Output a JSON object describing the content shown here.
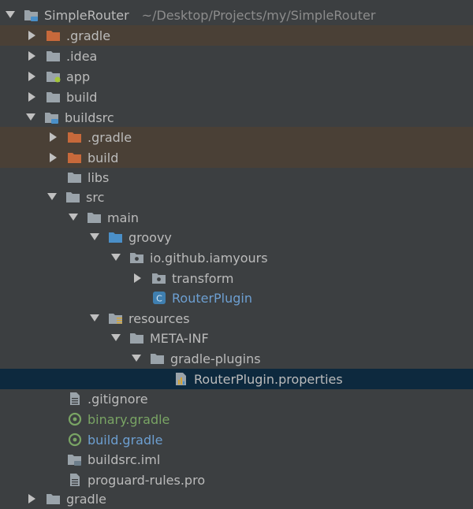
{
  "colors": {
    "background": "#3c3f41",
    "selected_row": "#0d293e",
    "excluded_row": "#4a4036",
    "folder_gray": "#9aa3aa",
    "folder_orange": "#c7693b",
    "folder_blue": "#4a8fc8",
    "text": "#bbbbbb",
    "text_blue": "#6d9fd1",
    "text_green": "#79a464"
  },
  "tree": {
    "root": {
      "label": "SimpleRouter",
      "path": "~/Desktop/Projects/my/SimpleRouter",
      "icon": "module-folder-icon"
    },
    "items": [
      {
        "label": ".gradle",
        "icon": "excluded-folder-icon"
      },
      {
        "label": ".idea",
        "icon": "folder-icon"
      },
      {
        "label": "app",
        "icon": "android-module-folder-icon"
      },
      {
        "label": "build",
        "icon": "folder-icon"
      },
      {
        "label": "buildsrc",
        "icon": "module-folder-icon"
      },
      {
        "label": ".gradle",
        "icon": "excluded-folder-icon"
      },
      {
        "label": "build",
        "icon": "excluded-folder-icon"
      },
      {
        "label": "libs",
        "icon": "folder-icon"
      },
      {
        "label": "src",
        "icon": "folder-icon"
      },
      {
        "label": "main",
        "icon": "folder-icon"
      },
      {
        "label": "groovy",
        "icon": "source-folder-icon"
      },
      {
        "label": "io.github.iamyours",
        "icon": "package-icon"
      },
      {
        "label": "transform",
        "icon": "package-icon"
      },
      {
        "label": "RouterPlugin",
        "icon": "class-icon"
      },
      {
        "label": "resources",
        "icon": "resources-folder-icon"
      },
      {
        "label": "META-INF",
        "icon": "folder-icon"
      },
      {
        "label": "gradle-plugins",
        "icon": "folder-icon"
      },
      {
        "label": "RouterPlugin.properties",
        "icon": "properties-file-icon"
      },
      {
        "label": ".gitignore",
        "icon": "text-file-icon"
      },
      {
        "label": "binary.gradle",
        "icon": "gradle-file-icon"
      },
      {
        "label": "build.gradle",
        "icon": "gradle-file-icon"
      },
      {
        "label": "buildsrc.iml",
        "icon": "iml-file-icon"
      },
      {
        "label": "proguard-rules.pro",
        "icon": "text-file-icon"
      },
      {
        "label": "gradle",
        "icon": "folder-icon"
      }
    ]
  }
}
